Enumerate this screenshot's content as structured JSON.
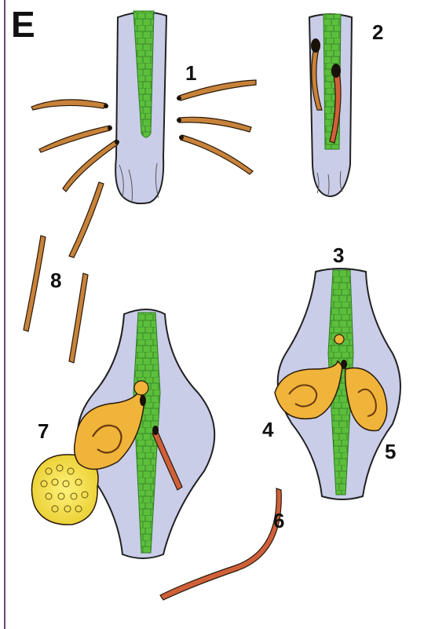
{
  "figure": {
    "panel_letter": "E",
    "stage_labels": {
      "s1": "1",
      "s2": "2",
      "s3": "3",
      "s4": "4",
      "s5": "5",
      "s6": "6",
      "s7": "7",
      "s8": "8"
    },
    "colors": {
      "root_tissue": "#c9cde8",
      "vascular_cylinder": "#5cbf3c",
      "nematode": "#c8823a",
      "female_body": "#f0b43a",
      "egg_mass": "#f3e04a",
      "frame_line": "#6a4c7a"
    }
  }
}
